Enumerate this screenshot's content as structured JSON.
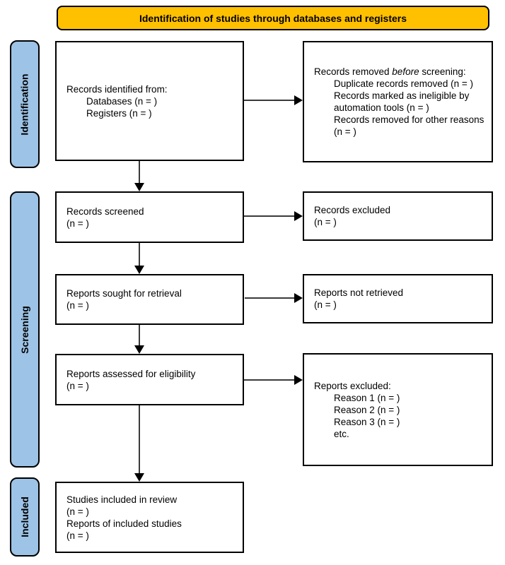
{
  "banner": {
    "title": "Identification of studies through databases and registers"
  },
  "stages": {
    "identification": "Identification",
    "screening": "Screening",
    "included": "Included"
  },
  "colors": {
    "banner_bg": "#FFC000",
    "stage_bg": "#9DC3E6",
    "box_border": "#000000",
    "arrow": "#3a3a3a"
  },
  "boxes": {
    "records_identified": {
      "lines": [
        "Records identified from:",
        "Databases (n = )",
        "Registers (n = )"
      ]
    },
    "records_removed": {
      "heading_prefix": "Records removed ",
      "heading_italic": "before",
      "heading_suffix": " screening:",
      "items": [
        "Duplicate records removed (n = )",
        "Records marked as ineligible by automation tools (n = )",
        "Records removed for other reasons (n = )"
      ]
    },
    "records_screened": {
      "lines": [
        "Records screened",
        "(n = )"
      ]
    },
    "records_excluded": {
      "lines": [
        "Records excluded",
        "(n = )"
      ]
    },
    "reports_sought": {
      "lines": [
        "Reports sought for retrieval",
        "(n = )"
      ]
    },
    "reports_not_retrieved": {
      "lines": [
        "Reports not retrieved",
        "(n = )"
      ]
    },
    "reports_assessed": {
      "lines": [
        "Reports assessed for eligibility",
        "(n = )"
      ]
    },
    "reports_excluded": {
      "heading": "Reports excluded:",
      "items": [
        "Reason 1 (n = )",
        "Reason 2 (n = )",
        "Reason 3 (n = )",
        "etc."
      ]
    },
    "studies_included": {
      "lines": [
        "Studies included in review",
        "(n = )",
        "Reports of included studies",
        "(n = )"
      ]
    }
  }
}
